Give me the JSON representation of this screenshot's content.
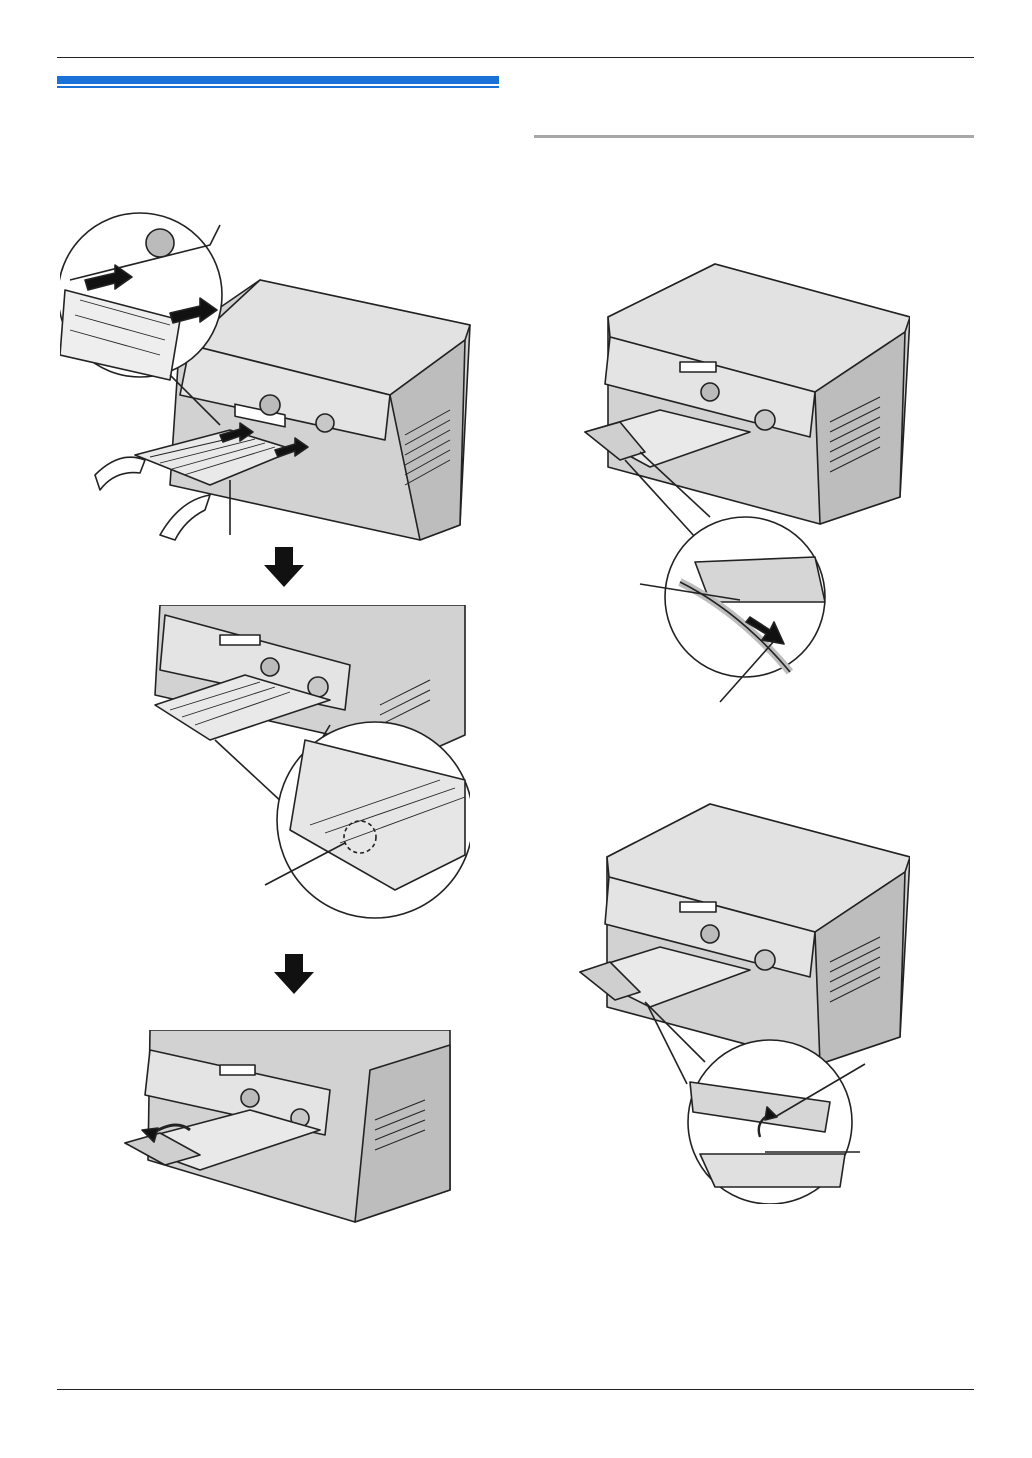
{
  "colors": {
    "accent_blue": "#1a72d9",
    "section_rule_grey": "#a8a8a8",
    "illustration_fill": "#cfcfcf",
    "illustration_dark": "#8f8f8f",
    "line": "#222222"
  },
  "figures": {
    "left": {
      "step1": "printer-install-output-tray",
      "step2": "printer-output-tray-detail",
      "step3": "printer-unfold-paper-stopper"
    },
    "right": {
      "step1": "printer-release-tray-tab",
      "step2": "printer-attach-paper-stopper"
    }
  },
  "icons": [
    "down-arrow-icon",
    "down-arrow-icon",
    "push-arrow-icon",
    "curved-arrow-icon"
  ]
}
